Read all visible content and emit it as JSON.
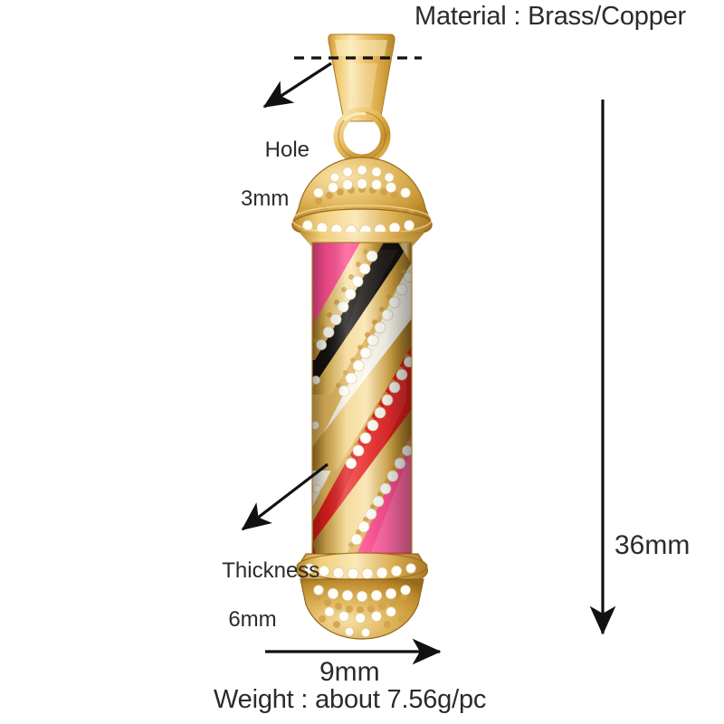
{
  "header": {
    "material_text": "Material : Brass/Copper"
  },
  "footer": {
    "weight_text": "Weight : about 7.56g/pc"
  },
  "annotations": {
    "hole": {
      "line1": "Hole",
      "line2": "3mm"
    },
    "thickness": {
      "line1": "Thickness",
      "line2": "6mm"
    },
    "height": {
      "value": "36mm"
    },
    "width": {
      "value": "9mm"
    }
  },
  "product": {
    "name": "barber-pole-cz-pendant",
    "colors": {
      "gold_light": "#f5d98a",
      "gold": "#e8b94e",
      "gold_deep": "#c8912c",
      "gold_shadow": "#a8761f",
      "stripe_pink": "#ff4f8f",
      "stripe_black": "#12100f",
      "stripe_white": "#f7f2e6",
      "stripe_red": "#e02020",
      "cz_stone": "#fdfbf5",
      "annotation_ink": "#1a1a1a"
    },
    "stripes": [
      "pink",
      "black",
      "white",
      "red",
      "pink"
    ]
  }
}
